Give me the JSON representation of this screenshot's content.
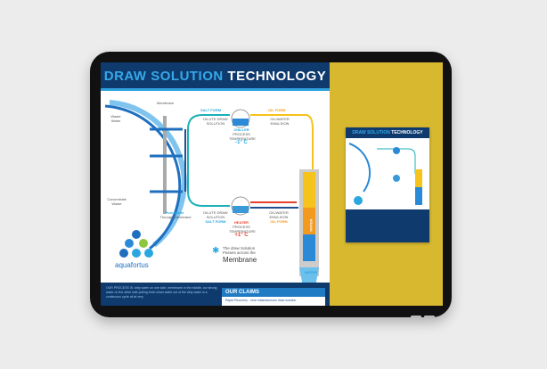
{
  "poster": {
    "title_part1": "DRAW SOLUTION",
    "title_part2": "TECHNOLOGY",
    "membrane": "Membrane",
    "waste_water": "Waste Water",
    "concentrate_waste": "Concentrate Waste",
    "salt_form_top": "SALT FORM",
    "dilute_top": "DILUTE DRAW SOLUTION",
    "oil_form_top": "OIL FORM",
    "oil_water_top": "OIL/WATER EMULSION",
    "chiller": "CHILLER",
    "chiller_sub": "PROCESS TEMPERATURE",
    "chiller_temp": "-1° C",
    "pure_water": "Pure Water",
    "through_membrane": "Through Membrane",
    "dilute_bottom": "DILUTE DRAW SOLUTION",
    "salt_form_bottom": "SALT FORM",
    "heater": "HEATER",
    "heater_sub": "PROCESS TEMPERATURE",
    "heater_temp": "+1° C",
    "oil_water_bottom": "OIL/WATER EMULSION",
    "oil_form_bottom": "OIL FORM",
    "water_column": "WATER",
    "water": "WATER",
    "note_line1": "The draw Solution",
    "note_line2": "Passes across the",
    "note_line3": "Membrane",
    "logo": "aquafortus",
    "process_text": "OUR PROCESS IS: dirty water on one side, membrane in the middle, our strong water on the other side pulling fresh clean water out of the dirty water in a continuous cycle all at very",
    "claims_title": "OUR CLAIMS",
    "claim1": "Rapid Recovery - near instantaneous draw solution"
  },
  "mini": {
    "title_part1": "DRAW SOLUTION",
    "title_part2": "TECHNOLOGY"
  },
  "colors": {
    "navy": "#0e3a6e",
    "accent": "#2fa3e0",
    "yellow": "#d8b82e"
  }
}
